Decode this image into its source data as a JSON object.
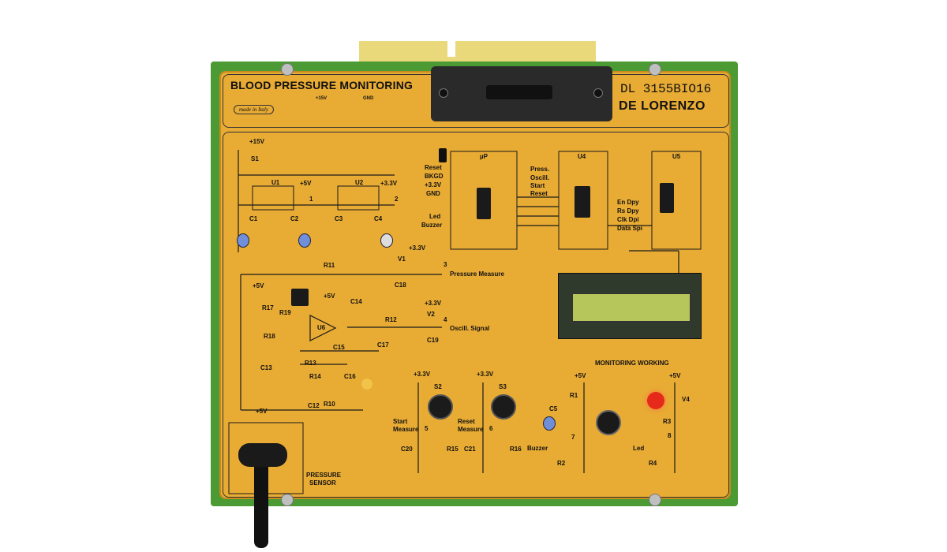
{
  "board": {
    "title": "BLOOD PRESSURE MONITORING",
    "model": "DL 3155BIO16",
    "brand": "DE LORENZO",
    "made_in": "made in Italy",
    "header_terminals": [
      "+15V",
      "GND"
    ]
  },
  "power": {
    "rail_labels": [
      "+15V",
      "+5V",
      "+3.3V"
    ],
    "switch": "S1",
    "regulators": [
      "U1",
      "U2"
    ],
    "caps": [
      "C1",
      "C2",
      "C3",
      "C4"
    ],
    "nodes": [
      "1",
      "2"
    ]
  },
  "mcu": {
    "label": "µP",
    "left_signals": [
      "Reset",
      "BKGD",
      "+3.3V",
      "GND",
      "Led",
      "Buzzer"
    ],
    "right_signals": [
      "Press.",
      "Oscill.",
      "Start",
      "Reset"
    ]
  },
  "u4": {
    "label": "U4",
    "signals": [
      "En Dpy",
      "Rs Dpy",
      "Clk Dpi",
      "Data Spi"
    ]
  },
  "u5": {
    "label": "U5"
  },
  "analog": {
    "components": [
      "R11",
      "R17",
      "R18",
      "R19",
      "U6",
      "C14",
      "C15",
      "R12",
      "C17",
      "C18",
      "C19",
      "V1",
      "V2",
      "R13",
      "R14",
      "C16",
      "C13",
      "C12",
      "R10"
    ],
    "rail_5v": "+5V",
    "rail_33v": "+3.3V",
    "pressure_node": "3",
    "pressure_label": "Pressure Measure",
    "oscill_node": "4",
    "oscill_label": "Oscill. Signal"
  },
  "sensor": {
    "label_line1": "PRESSURE",
    "label_line2": "SENSOR"
  },
  "start": {
    "switch": "S2",
    "rail": "+3.3V",
    "label_line1": "Start",
    "label_line2": "Measure",
    "node": "5",
    "cap": "C20",
    "res": "R15"
  },
  "reset": {
    "switch": "S3",
    "rail": "+3.3V",
    "label_line1": "Reset",
    "label_line2": "Measure",
    "node": "6",
    "cap": "C21",
    "res": "R16"
  },
  "monitor": {
    "title": "MONITORING WORKING",
    "buzzer_label": "Buzzer",
    "led_label": "Led",
    "components": [
      "R1",
      "C5",
      "R2",
      "R3",
      "V4",
      "R4"
    ],
    "rail": "+5V",
    "nodes": [
      "7",
      "8"
    ]
  },
  "colors": {
    "pcb": "#4c9a33",
    "panel": "#e8ab34",
    "lcd": "#b7c65a",
    "led": "#e52a1a"
  }
}
